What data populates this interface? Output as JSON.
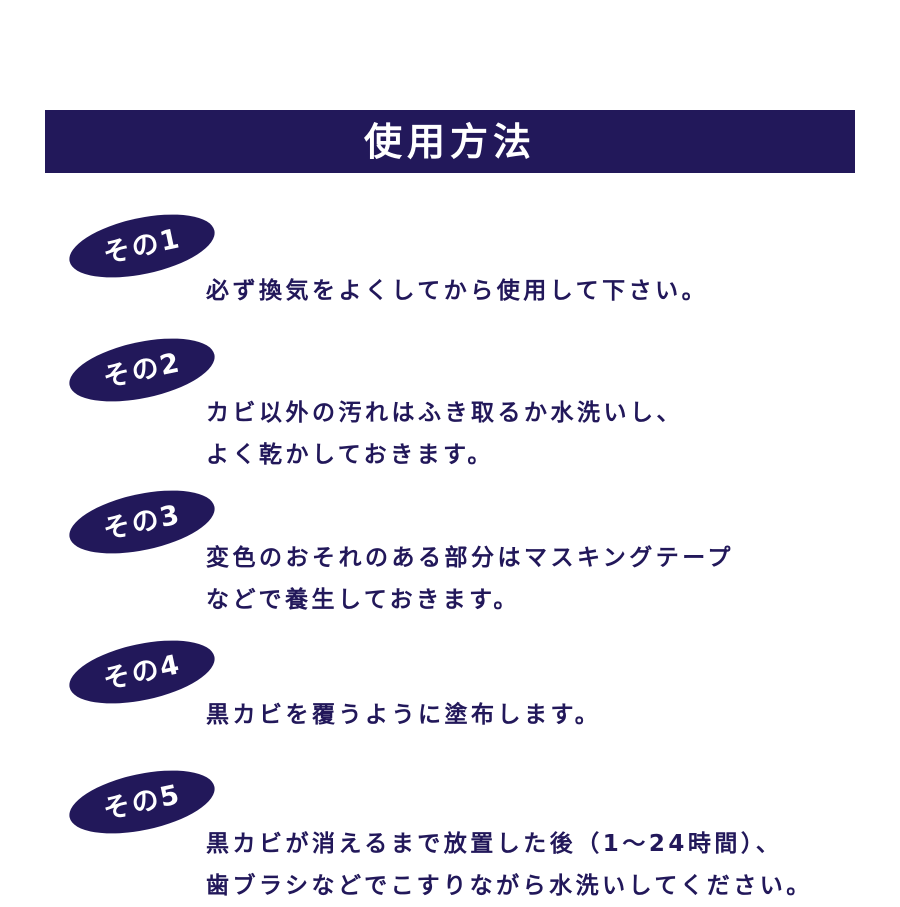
{
  "title": "使用方法",
  "colors": {
    "primary": "#22185a",
    "background": "#ffffff"
  },
  "steps": [
    {
      "badge": "その1",
      "lines": [
        "必ず換気をよくしてから使用して下さい。"
      ]
    },
    {
      "badge": "その2",
      "lines": [
        "カビ以外の汚れはふき取るか水洗いし、",
        "よく乾かしておきます。"
      ]
    },
    {
      "badge": "その3",
      "lines": [
        "変色のおそれのある部分はマスキングテープ",
        "などで養生しておきます。"
      ]
    },
    {
      "badge": "その4",
      "lines": [
        "黒カビを覆うように塗布します。"
      ]
    },
    {
      "badge": "その5",
      "lines": [
        "黒カビが消えるまで放置した後（1〜24時間）、",
        "歯ブラシなどでこすりながら水洗いしてください。"
      ]
    }
  ]
}
